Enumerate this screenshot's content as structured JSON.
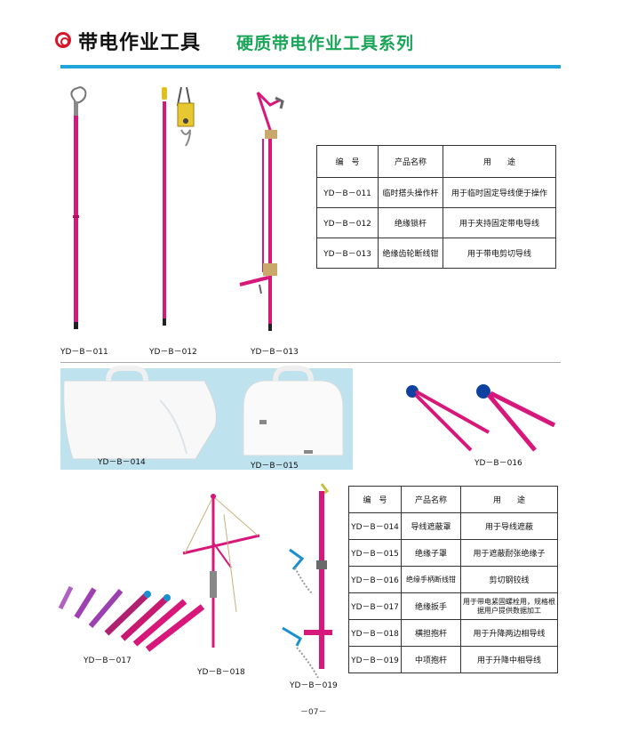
{
  "header": {
    "title": "带电作业工具",
    "subtitle": "硬质带电作业工具系列"
  },
  "table1": {
    "headers": [
      "编　号",
      "产品名称",
      "用　　途"
    ],
    "rows": [
      [
        "YD－B－011",
        "临时搭头操作杆",
        "用于临时固定导线便于操作"
      ],
      [
        "YD－B－012",
        "绝缘锁杆",
        "用于夹持固定带电导线"
      ],
      [
        "YD－B－013",
        "绝缘齿轮断线钳",
        "用于带电剪切导线"
      ]
    ]
  },
  "table2": {
    "headers": [
      "编　号",
      "产品名称",
      "用　　途"
    ],
    "rows": [
      [
        "YD－B－014",
        "导线遮蔽罩",
        "用于导线遮蔽"
      ],
      [
        "YD－B－015",
        "绝缘子罩",
        "用于遮蔽耐张绝缘子"
      ],
      [
        "YD－B－016",
        "绝缘手柄断线钳",
        "剪切钢铰线"
      ],
      [
        "YD－B－017",
        "绝缘扳手",
        "用于带电紧固螺栓用，规格根据用户提供数据加工"
      ],
      [
        "YD－B－018",
        "横担抱杆",
        "用于升降两边相导线"
      ],
      [
        "YD－B－019",
        "中项抱杆",
        "用于升降中相导线"
      ]
    ]
  },
  "captions": {
    "c011": "YD－B－011",
    "c012": "YD－B－012",
    "c013": "YD－B－013",
    "c014": "YD－B－014",
    "c015": "YD－B－015",
    "c016": "YD－B－016",
    "c017": "YD－B－017",
    "c018": "YD－B－018",
    "c019": "YD－B－019"
  },
  "footer": {
    "page": "－07－"
  },
  "colors": {
    "rod": "#d8177a",
    "accent_blue": "#21a4dc",
    "title_green": "#1aa55a",
    "bullet_red": "#d4172b",
    "panel_blue": "#bfe3ee"
  }
}
